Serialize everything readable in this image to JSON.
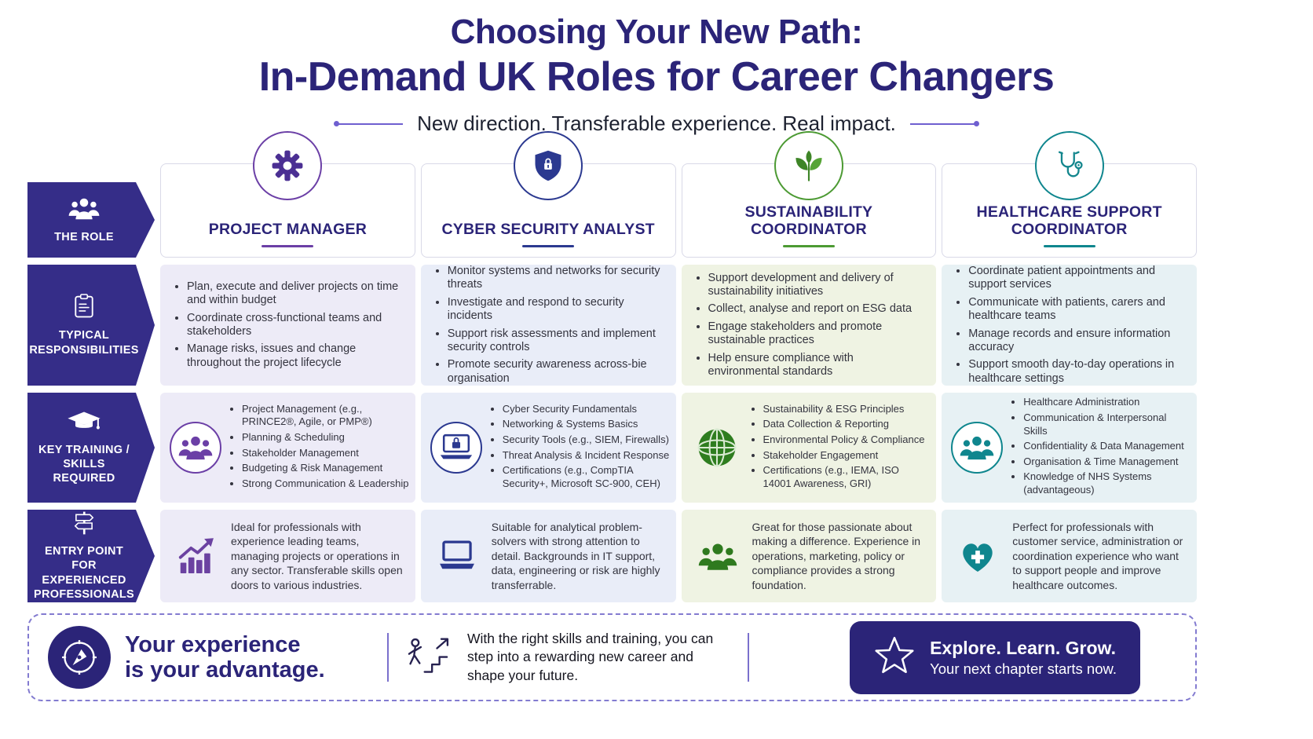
{
  "header": {
    "title_line1": "Choosing Your New Path:",
    "title_line2": "In-Demand UK Roles for Career Changers",
    "subtitle": "New direction. Transferable experience. Real impact."
  },
  "sidebar": {
    "rows": [
      {
        "label": "THE ROLE",
        "icon": "team-icon"
      },
      {
        "label": "TYPICAL RESPONSIBILITIES",
        "icon": "clipboard-icon"
      },
      {
        "label": "KEY TRAINING / SKILLS REQUIRED",
        "icon": "graduation-cap-icon"
      },
      {
        "label": "ENTRY POINT FOR EXPERIENCED PROFESSIONALS",
        "icon": "signpost-icon"
      }
    ]
  },
  "columns": [
    {
      "title": "PROJECT MANAGER",
      "accent": "#6b3fa6",
      "header_icon": "gear-icon",
      "skills_icon": "team-circle-icon",
      "entry_icon": "growth-chart-icon",
      "responsibilities": [
        "Plan, execute and deliver projects on time and within budget",
        "Coordinate cross-functional teams and stakeholders",
        "Manage risks, issues and change throughout the project lifecycle"
      ],
      "skills": [
        "Project Management (e.g., PRINCE2®, Agile, or PMP®)",
        "Planning & Scheduling",
        "Stakeholder Management",
        "Budgeting & Risk Management",
        "Strong Communication & Leadership"
      ],
      "entry": "Ideal for professionals with experience leading teams, managing projects or operations in any sector. Transferable skills open doors to various industries."
    },
    {
      "title": "CYBER SECURITY ANALYST",
      "accent": "#2b3990",
      "header_icon": "shield-lock-icon",
      "skills_icon": "laptop-lock-icon",
      "entry_icon": "laptop-icon",
      "responsibilities": [
        "Monitor systems and networks for security threats",
        "Investigate and respond to security incidents",
        "Support risk assessments and implement security controls",
        "Promote security awareness across-bie organisation"
      ],
      "skills": [
        "Cyber Security Fundamentals",
        "Networking & Systems Basics",
        "Security Tools (e.g., SIEM, Firewalls)",
        "Threat Analysis & Incident Response",
        "Certifications (e.g., CompTIA Security+, Microsoft SC-900, CEH)"
      ],
      "entry": "Suitable for analytical problem-solvers with strong attention to detail. Backgrounds in IT support, data, engineering or risk are highly transferrable."
    },
    {
      "title": "SUSTAINABILITY COORDINATOR",
      "accent": "#4c9a33",
      "header_icon": "plant-icon",
      "skills_icon": "globe-icon",
      "entry_icon": "people-group-icon",
      "responsibilities": [
        "Support development and delivery of sustainability initiatives",
        "Collect, analyse and report on ESG data",
        "Engage stakeholders and promote sustainable practices",
        "Help ensure compliance with environmental standards"
      ],
      "skills": [
        "Sustainability & ESG Principles",
        "Data Collection & Reporting",
        "Environmental Policy & Compliance",
        "Stakeholder Engagement",
        "Certifications (e.g., IEMA, ISO 14001 Awareness, GRI)"
      ],
      "entry": "Great for those passionate about making a difference. Experience in operations, marketing, policy or compliance provides a strong foundation."
    },
    {
      "title": "HEALTHCARE SUPPORT COORDINATOR",
      "accent": "#0f868e",
      "header_icon": "stethoscope-icon",
      "skills_icon": "team-circle-icon",
      "entry_icon": "heart-cross-icon",
      "responsibilities": [
        "Coordinate patient appointments and support services",
        "Communicate with patients, carers and healthcare teams",
        "Manage records and ensure information accuracy",
        "Support smooth day-to-day operations in healthcare settings"
      ],
      "skills": [
        "Healthcare Administration",
        "Communication & Interpersonal Skills",
        "Confidentiality & Data Management",
        "Organisation & Time Management",
        "Knowledge of NHS Systems (advantageous)"
      ],
      "entry": "Perfect for professionals with customer service, administration or coordination experience who want to support people and improve healthcare outcomes."
    }
  ],
  "footer": {
    "tagline_line1": "Your experience",
    "tagline_line2": "is your advantage.",
    "message": "With the right skills and training, you can step into a rewarding new career and shape your future.",
    "cta_title": "Explore. Learn. Grow.",
    "cta_subtitle": "Your next chapter starts now."
  },
  "colors": {
    "primary_indigo": "#2b2478",
    "sidebar_bg": "#352d88",
    "purple_accent": "#6b3fa6",
    "navy_accent": "#2b3990",
    "green_accent": "#4c9a33",
    "teal_accent": "#0f868e"
  }
}
